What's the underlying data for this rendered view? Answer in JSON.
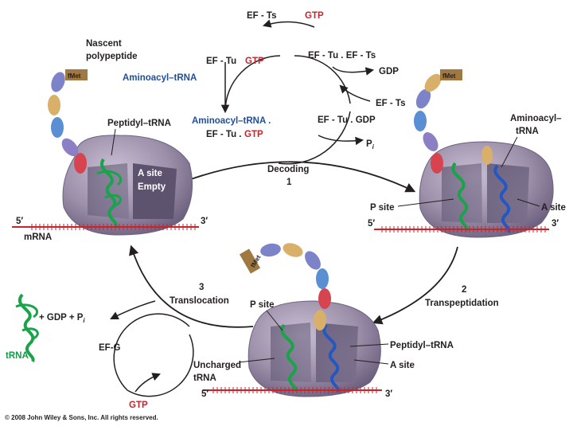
{
  "cycle": {
    "ef_ts": "EF - Ts",
    "gtp_top": "GTP",
    "ef_tu": "EF - Tu",
    "gtp_dot": "GTP",
    "ef_tu_ts": "EF - Tu . EF - Ts",
    "gdp": "GDP",
    "ef_ts_right": "EF - Ts",
    "aminoacyl_trna_left": "Aminoacyl–tRNA",
    "aminoacyl_trna_center": "Aminoacyl–tRNA .",
    "ef_tu_center": "EF - Tu .",
    "gtp_center": "GTP",
    "ef_tu_gdp": "EF - Tu . GDP",
    "pi": "P",
    "pi_sub": "i"
  },
  "ribosome1": {
    "nascent": "Nascent",
    "polypeptide": "polypeptide",
    "fmet": "fMet",
    "peptidyl_trna": "Peptidyl–tRNA",
    "a_site": "A site",
    "empty": "Empty",
    "five_prime": "5′",
    "three_prime": "3′",
    "mrna": "mRNA"
  },
  "step1": {
    "name": "Decoding",
    "number": "1"
  },
  "ribosome2": {
    "fmet": "fMet",
    "aminoacyl": "Aminoacyl–",
    "trna": "tRNA",
    "p_site": "P site",
    "a_site": "A site",
    "five_prime": "5′",
    "three_prime": "3′"
  },
  "step2": {
    "number": "2",
    "name": "Transpeptidation"
  },
  "ribosome3": {
    "fmet": "fMet",
    "p_site": "P site",
    "peptidyl_trna": "Peptidyl–tRNA",
    "a_site": "A site",
    "uncharged": "Uncharged",
    "trna": "tRNA",
    "five_prime": "5′",
    "three_prime": "3′"
  },
  "step3": {
    "number": "3",
    "name": "Translocation"
  },
  "translocation_cycle": {
    "gdp_pi": "+ GDP + P",
    "pi_sub": "i",
    "trna": "tRNA",
    "ef_g": "EF-G",
    "gtp": "GTP"
  },
  "copyright": "© 2008 John Wiley & Sons, Inc. All rights reserved.",
  "colors": {
    "ribosome": "#9a8ea6",
    "ribosome_dark": "#5f5470",
    "mrna": "#c1272d",
    "trna_green": "#1aa34a",
    "trna_blue": "#2257c4",
    "label_red": "#c1272d",
    "label_blue": "#1f4e9c"
  }
}
